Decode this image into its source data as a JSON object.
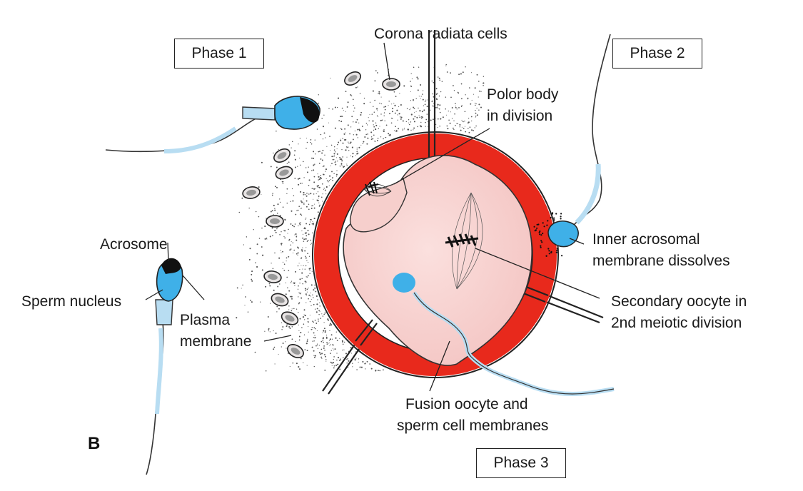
{
  "panel_letter": "B",
  "phases": {
    "phase1": "Phase 1",
    "phase2": "Phase 2",
    "phase3": "Phase 3"
  },
  "labels": {
    "corona_radiata": "Corona radiata cells",
    "polar_body_line1": "Polor body",
    "polar_body_line2": "in division",
    "acrosome": "Acrosome",
    "sperm_nucleus": "Sperm nucleus",
    "plasma_membrane_line1": "Plasma",
    "plasma_membrane_line2": "membrane",
    "inner_acrosomal_line1": "Inner acrosomal",
    "inner_acrosomal_line2": "membrane dissolves",
    "secondary_oocyte_line1": "Secondary oocyte in",
    "secondary_oocyte_line2": "2nd meiotic division",
    "fusion_line1": "Fusion oocyte and",
    "fusion_line2": "sperm cell membranes"
  },
  "colors": {
    "zona_pellucida": "#e8291c",
    "cytoplasm": "#f9d4d2",
    "sperm_nucleus": "#3fb0e8",
    "sperm_tail": "#b8ddf2",
    "outline": "#222222"
  }
}
